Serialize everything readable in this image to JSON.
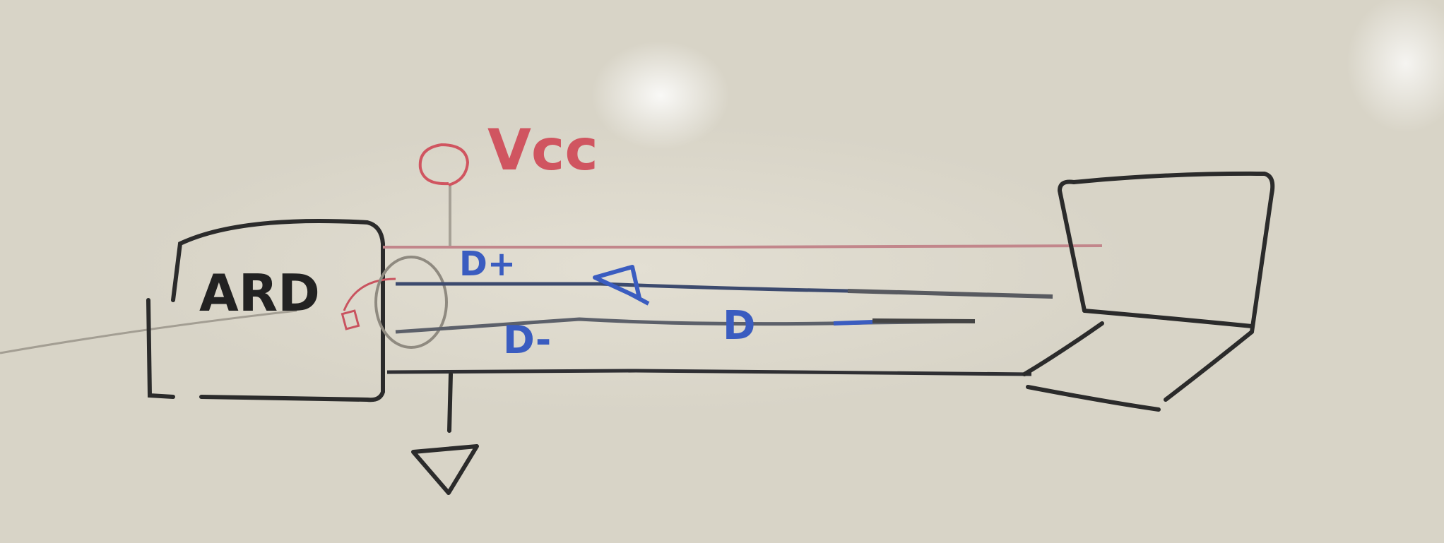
{
  "diagram": {
    "labels": {
      "vcc": "Vcc",
      "arduino": "ARD",
      "data_plus": "D+",
      "data_minus": "D-",
      "diode_label": "D"
    },
    "colors": {
      "board": "#dad6c9",
      "black_marker": "#2b2b2b",
      "red_marker": "#d05560",
      "blue_marker": "#3a5cc0",
      "gray_marker": "#8f8a80"
    }
  }
}
